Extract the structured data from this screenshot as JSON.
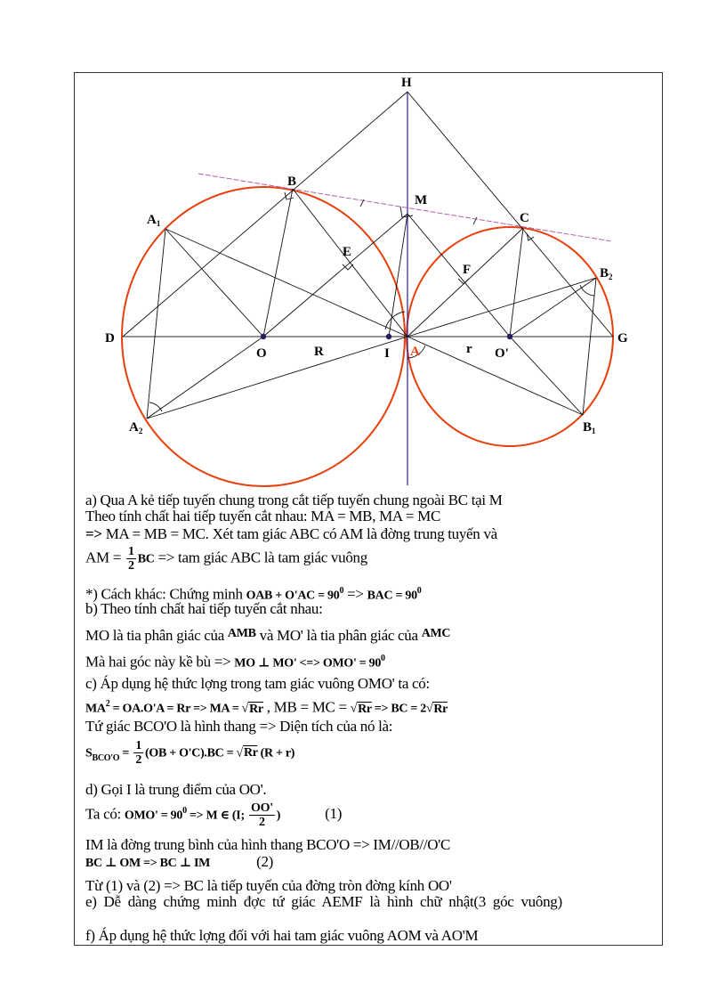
{
  "figure": {
    "points": {
      "H": "H",
      "B": "B",
      "M": "M",
      "C": "C",
      "A1": "A",
      "A1_sub": "1",
      "E": "E",
      "F": "F",
      "B2": "B",
      "B2_sub": "2",
      "D": "D",
      "O": "O",
      "R": "R",
      "I": "I",
      "A": "A",
      "r": "r",
      "O_prime": "O'",
      "G": "G",
      "A2": "A",
      "A2_sub": "2",
      "B1": "B",
      "B1_sub": "1"
    },
    "colors": {
      "circle": "#e8400c",
      "tangent": "#b060b0",
      "axis": "#2a1aa0",
      "lines": "#111111",
      "center_dot": "#2a1a60"
    }
  },
  "solution": {
    "a1": "a) Qua A kẻ tiếp tuyến chung trong  cắt tiếp tuyến chung ngoài BC tại M",
    "a2": "Theo tính chất hai tiếp tuyến cắt nhau: MA = MB, MA = MC",
    "a3_arrow": "=>",
    "a3": " MA = MB = MC. Xét tam giác ABC có AM là đờng   trung tuyến và",
    "a4_pre": "AM = ",
    "a4_num": "1",
    "a4_den": "2",
    "a4_bc": "BC",
    "a4_post": " => tam giác ABC là tam giác vuông",
    "alt_pre": "*) Cách khác: Chứng minh ",
    "alt_f1": "OAB + O'AC = 90",
    "alt_deg": "0",
    "alt_mid": " => ",
    "alt_f2": "BAC = 90",
    "b1": "b) Theo tính chất hai tiếp tuyến cắt nhau:",
    "b2_pre": "MO là tia phân giác của ",
    "b2_f1": "AMB",
    "b2_mid": " và MO' là tia phân giác của ",
    "b2_f2": "AMC",
    "b3_pre": "Mà hai góc này kề bù => ",
    "b3_f": "MO ⊥ MO' <=> OMO' = 90",
    "c1": "c) Áp dụng hệ thức lợng   trong tam giác vuông OMO' ta có:",
    "c2_f1": "MA",
    "c2_exp": "2",
    "c2_f2": " = OA.O'A = Rr => MA = √",
    "c2_rr": "Rr",
    "c2_mid": " , MB = MC = ",
    "c2_f3": "√",
    "c2_f4": " => BC = 2√",
    "c3": "Tứ giác BCO'O là hình thang => Diện tích của nó là:",
    "c4_s": "S",
    "c4_sub": "BCO'O",
    "c4_eq": " = ",
    "c4_num": "1",
    "c4_den": "2",
    "c4_rest": "(OB + O'C).BC = √",
    "c4_tail": " (R + r)",
    "d1": "d) Gọi I là trung điểm của OO'.",
    "d2_pre": "Ta có: ",
    "d2_f": "OMO' = 90",
    "d2_f2": " => M ∈ (I; ",
    "d2_num": "OO'",
    "d2_den": "2",
    "d2_close": ")",
    "d2_tag": "(1)",
    "d3": "IM là đờng   trung bình của hình thang BCO'O => IM//OB//O'C",
    "d4_f": "BC ⊥ OM => BC ⊥ IM",
    "d4_tag": "(2)",
    "d5": "Từ (1) và (2) => BC là tiếp tuyến của đờng   tròn đờng   kính OO'",
    "e1": "e) Dễ dàng chứng minh đợc   tứ giác AEMF là hình chữ nhật(3 góc vuông)",
    "f1": "f) Áp dụng hệ thức lợng   đối với hai tam giác vuông AOM và AO'M"
  }
}
